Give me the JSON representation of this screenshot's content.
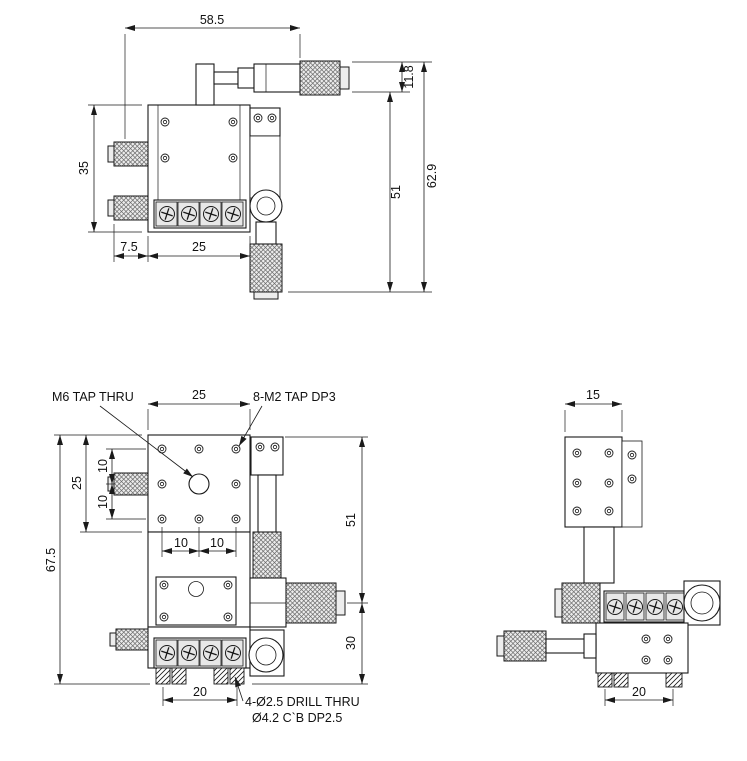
{
  "style": {
    "background": "#ffffff",
    "line_color": "#1a1a1a"
  },
  "top_view": {
    "dim_58_5": "58.5",
    "dim_11_8": "11.8",
    "dim_62_9": "62.9",
    "dim_51": "51",
    "dim_35": "35",
    "dim_7_5": "7.5",
    "dim_25": "25"
  },
  "front_view": {
    "note_m6": "M6 TAP THRU",
    "note_m2": "8-M2 TAP DP3",
    "note_drill": "4-Ø2.5 DRILL THRU",
    "note_cbore": "Ø4.2 C`B DP2.5",
    "dim_top_25": "25",
    "dim_left_10_upper": "10",
    "dim_left_10_lower": "10",
    "dim_left_25": "25",
    "dim_left_67_5": "67.5",
    "dim_mid_10_left": "10",
    "dim_mid_10_right": "10",
    "dim_right_51": "51",
    "dim_right_30": "30",
    "dim_bottom_20": "20"
  },
  "side_view": {
    "dim_top_15": "15",
    "dim_bottom_20": "20"
  }
}
